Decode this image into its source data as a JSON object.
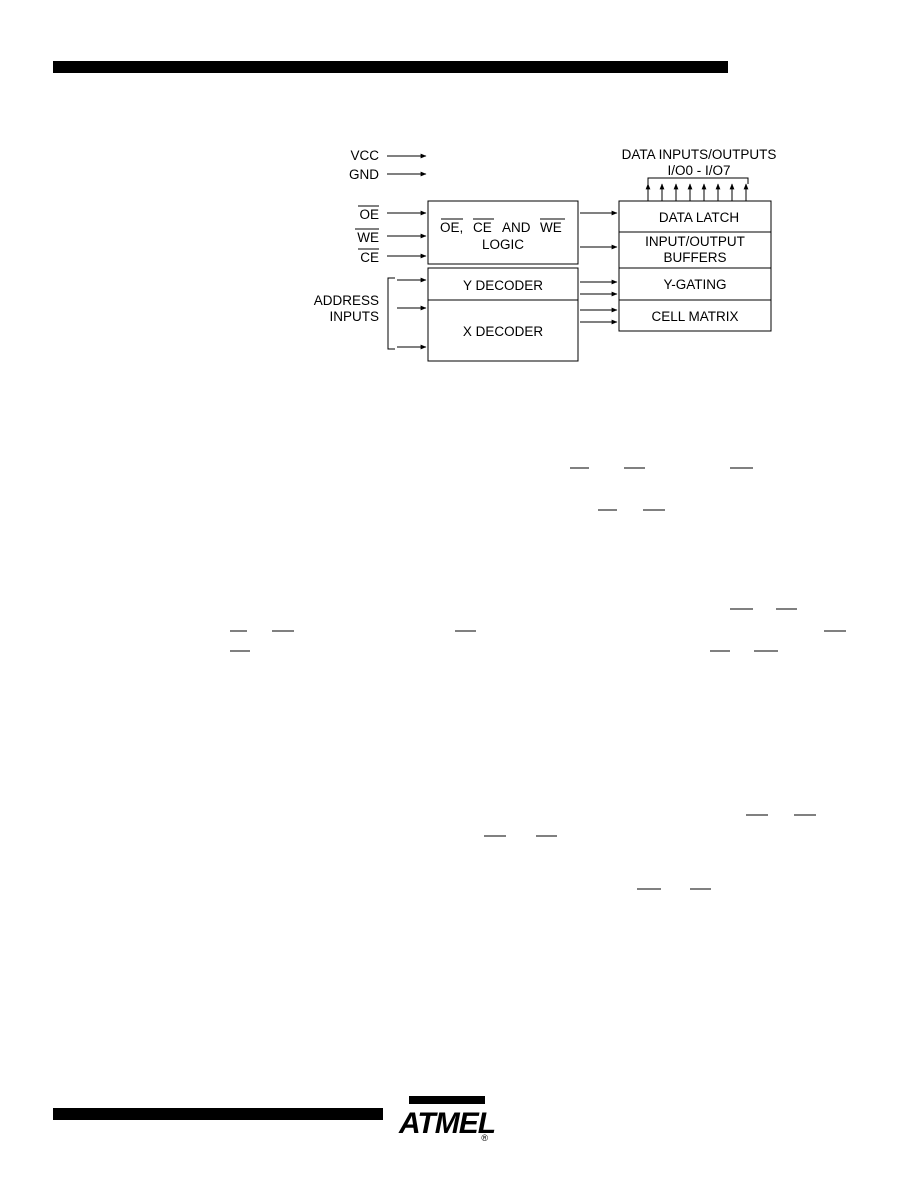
{
  "diagram": {
    "power": {
      "vcc": "VCC",
      "gnd": "GND"
    },
    "control_inputs": {
      "oe": "OE",
      "we": "WE",
      "ce": "CE"
    },
    "logic_block": {
      "line1_oe": "OE,",
      "line1_ce": "CE",
      "line1_and": "AND",
      "line1_we": "WE",
      "line2": "LOGIC"
    },
    "address": {
      "line1": "ADDRESS",
      "line2": "INPUTS"
    },
    "y_decoder": "Y  DECODER",
    "x_decoder": "X  DECODER",
    "data_io": {
      "line1": "DATA  INPUTS/OUTPUTS",
      "line2": "I/O0  -  I/O7"
    },
    "data_latch": "DATA  LATCH",
    "io_buffers": {
      "line1": "INPUT/OUTPUT",
      "line2": "BUFFERS"
    },
    "y_gating": "Y-GATING",
    "cell_matrix": "CELL  MATRIX"
  },
  "footer": {
    "logo_text": "ATMEL",
    "registered_mark": "®"
  }
}
